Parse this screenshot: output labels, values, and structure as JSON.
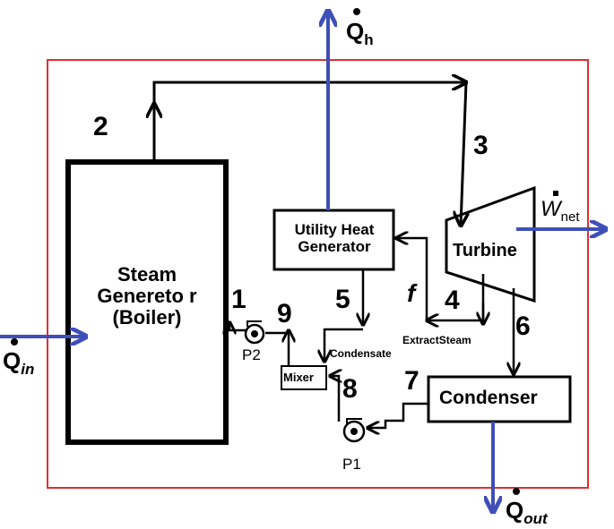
{
  "components": {
    "boiler": [
      "Steam",
      "Genereto r",
      "(Boiler)"
    ],
    "utility": [
      "Utility Heat",
      "Generator"
    ],
    "turbine": "Turbine",
    "condenser": "Condenser",
    "mixer": "Mixer",
    "pump1": "P1",
    "pump2": "P2"
  },
  "states": {
    "s1": "1",
    "s2": "2",
    "s3": "3",
    "s4": "4",
    "s5": "5",
    "s6": "6",
    "s7": "7",
    "s8": "8",
    "s9": "9",
    "sf": "f"
  },
  "stream_labels": {
    "condensate": "Condensate",
    "extract_steam": "ExtractSteam"
  },
  "energy": {
    "q_h": {
      "main": "Q",
      "sub": "h"
    },
    "q_in": {
      "main": "Q",
      "sub": "in"
    },
    "q_out": {
      "main": "Q",
      "sub": "out"
    },
    "w_net": {
      "main": "W",
      "sub": "net"
    }
  },
  "colors": {
    "energy_arrow": "#3f4fb8",
    "boundary": "#e03030",
    "lines": "#000000"
  }
}
